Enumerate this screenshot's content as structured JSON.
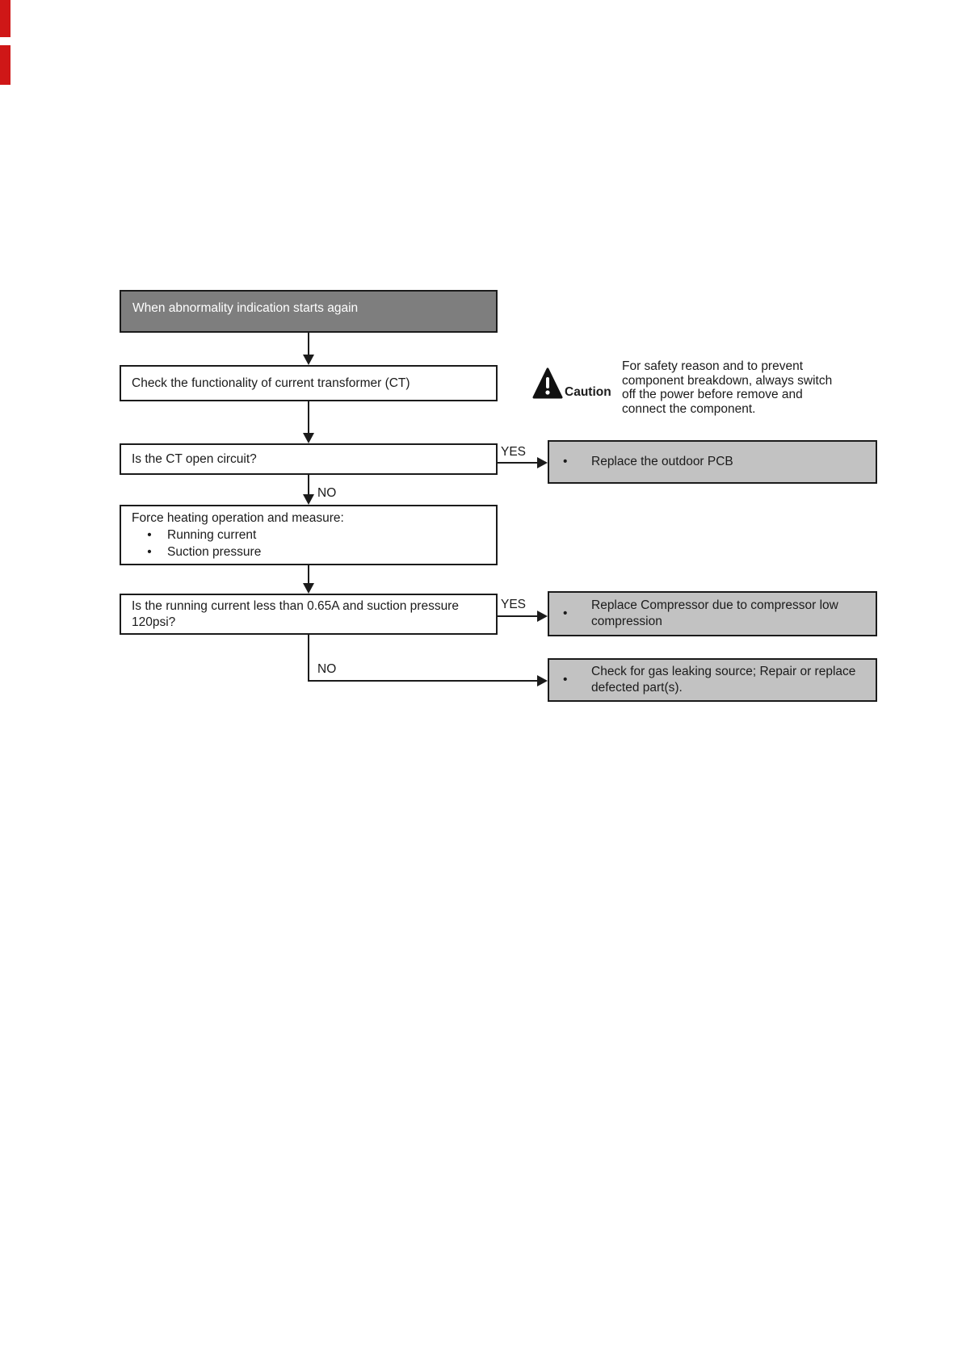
{
  "colors": {
    "header_fill": "#7e7e7e",
    "header_text": "#ffffff",
    "process_fill": "#ffffff",
    "result_fill": "#c2c2c2",
    "border": "#1b1b1b",
    "text": "#1b1b1b",
    "artifact_red": "#cf1717"
  },
  "caution": {
    "label": "Caution",
    "lines": [
      "For safety reason and to prevent",
      "component breakdown, always switch",
      "off the power before remove and",
      "connect the component."
    ]
  },
  "flow": {
    "yes_label": "YES",
    "no_label": "NO",
    "bullet": "•",
    "start": "When abnormality indication starts again",
    "check_ct": "Check the functionality of current transformer (CT)",
    "ct_open_question": "Is the CT open circuit?",
    "replace_pcb": "Replace the outdoor PCB",
    "force_heating": {
      "title": "Force heating operation and measure:",
      "bullets": [
        "Running current",
        "Suction pressure"
      ]
    },
    "current_question_lines": [
      "Is the running current less than 0.65A and suction pressure",
      "120psi?"
    ],
    "replace_compressor_lines": [
      "Replace Compressor due to compressor low",
      "compression"
    ],
    "check_gas_lines": [
      "Check for gas leaking source; Repair or replace",
      "defected part(s)."
    ]
  }
}
